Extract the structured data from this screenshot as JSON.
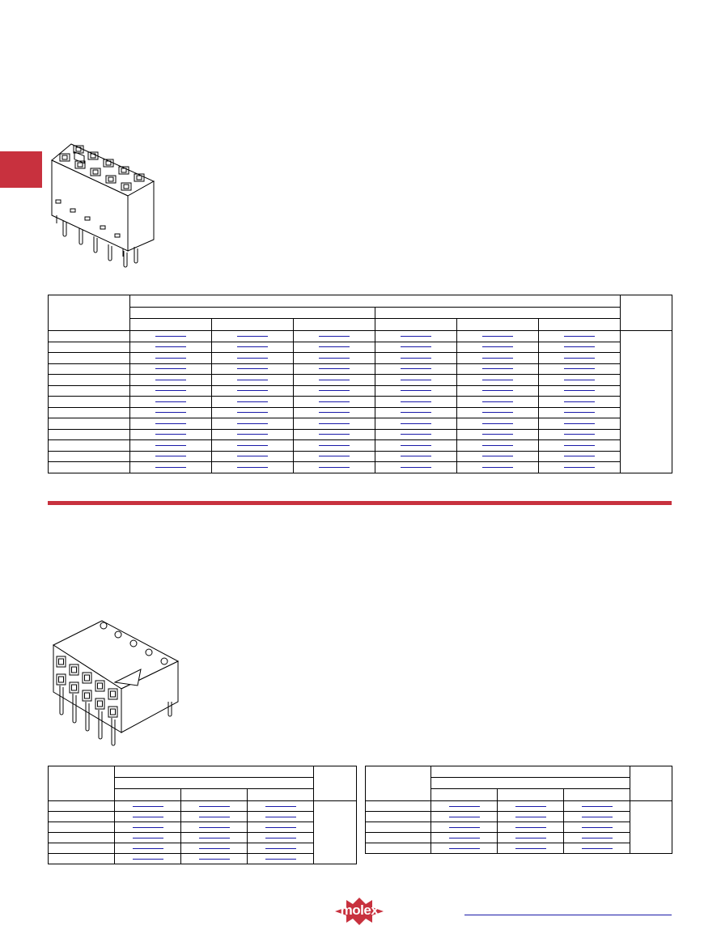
{
  "brand": {
    "logo_text": "molex",
    "primary_color": "#c8313e",
    "link_color": "#1a1aa8"
  },
  "section1": {
    "image_icon": "dual-row-vertical-receptacle-icon",
    "table": {
      "rows": 13,
      "link_columns": 6
    }
  },
  "section2": {
    "image_icon": "dual-row-right-angle-receptacle-icon",
    "table_left": {
      "rows": 6,
      "link_columns": 3
    },
    "table_right": {
      "rows": 5,
      "link_columns": 3
    }
  },
  "footer": {
    "link_text": ""
  }
}
